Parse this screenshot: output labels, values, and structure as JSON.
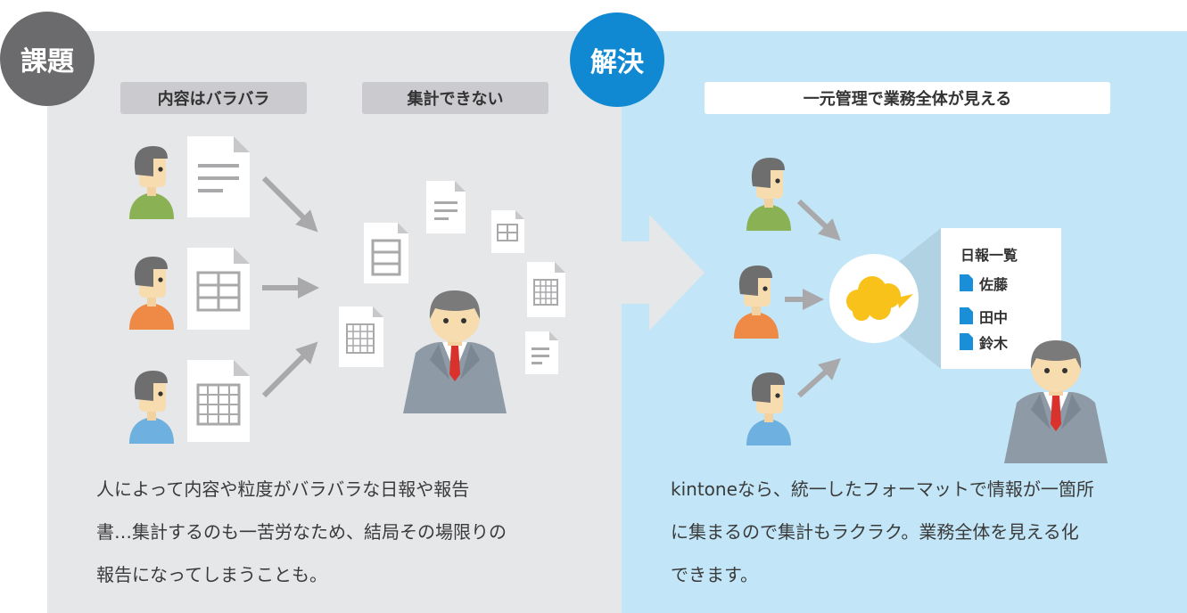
{
  "issue": {
    "badge": "課題",
    "label_left": "内容はバラバラ",
    "label_right": "集計できない",
    "description": "人によって内容や粒度がバラバラな日報や報告\n書…集計するのも一苦労なため、結局その場限りの\n報告になってしまうことも。"
  },
  "solution": {
    "badge": "解決",
    "label": "一元管理で業務全体が見える",
    "report_title": "日報一覧",
    "report_items": [
      "佐藤",
      "田中",
      "鈴木"
    ],
    "description": "kintoneなら、統一したフォーマットで情報が一箇所\nに集まるので集計もラクラク。業務全体を見える化\nできます。"
  },
  "colors": {
    "issue_bg": "#e6e7e9",
    "solution_bg": "#c2e6f7",
    "issue_badge": "#6b6b6d",
    "solution_badge": "#1189d2",
    "person_green": "#8bb155",
    "person_orange": "#ee8a45",
    "person_blue": "#6eb0e0",
    "suit": "#8e9aa5",
    "tie": "#d9322c",
    "cloud": "#f9c21a",
    "file_icon": "#1a8fd8"
  }
}
